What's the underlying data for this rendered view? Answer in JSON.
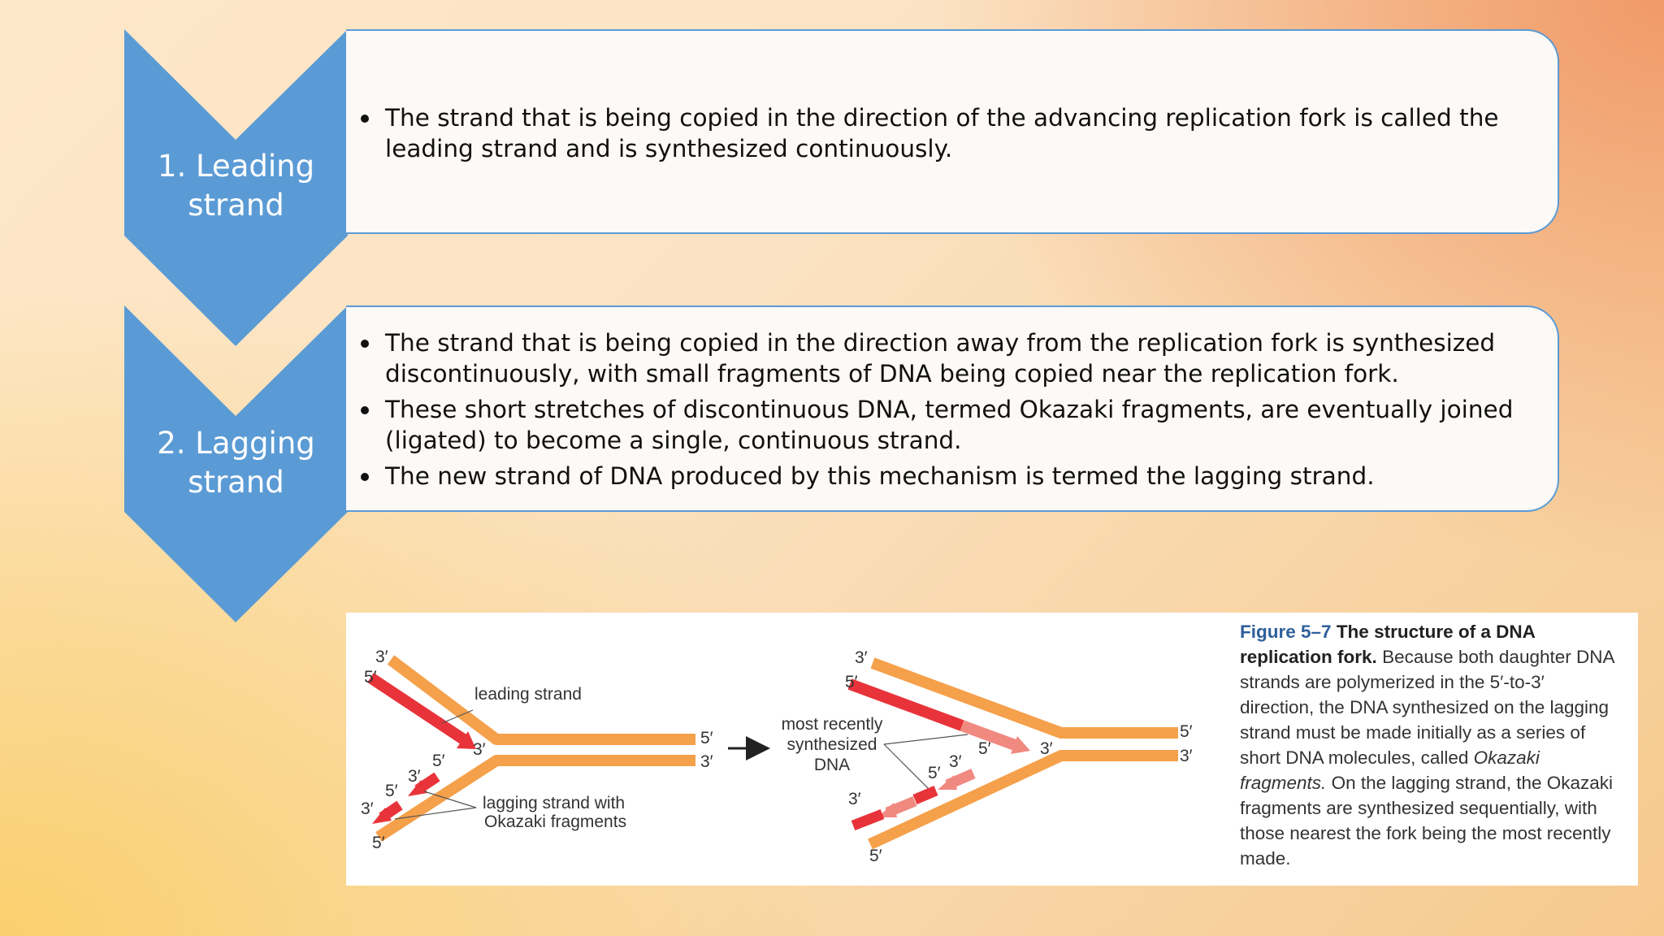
{
  "steps": [
    {
      "label": "1. Leading strand",
      "label_line1": "1. Leading",
      "label_line2": "strand",
      "bullets": [
        "The strand that is being copied in the direction of the advancing replication fork is called the leading strand and is synthesized continuously."
      ]
    },
    {
      "label": "2. Lagging strand",
      "label_line1": "2. Lagging",
      "label_line2": "strand",
      "bullets": [
        "The strand that is being copied in the direction away from the replication fork is synthesized discontinuously, with small fragments of DNA being copied near the replication fork.",
        "These short stretches of discontinuous DNA, termed Okazaki fragments, are eventually joined (ligated) to become a single, continuous strand.",
        "The new strand of DNA produced by this mechanism is termed the lagging strand."
      ]
    }
  ],
  "figure": {
    "labels": {
      "leading_strand": "leading strand",
      "lagging_line1": "lagging strand with",
      "lagging_line2": "Okazaki fragments",
      "recent_line1": "most recently",
      "recent_line2": "synthesized",
      "recent_line3": "DNA",
      "three_prime": "3′",
      "five_prime": "5′"
    },
    "caption": {
      "number": "Figure 5–7",
      "title": "The structure of a DNA replication fork.",
      "text_1": "Because both daughter DNA strands are polymerized in the 5′-to-3′ direction, the DNA synthesized on the lagging strand must be made initially as a series of short DNA molecules, called",
      "italic": "Okazaki fragments.",
      "text_2": "On the lagging strand, the Okazaki fragments are synthesized sequentially, with those nearest the fork being the most recently made."
    }
  },
  "colors": {
    "chevron": "#5b9bd5",
    "card_border": "#5b9bd5",
    "template_strand": "#f5a04a",
    "new_strand": "#e8333a",
    "new_strand_light": "#f08a80",
    "caption_figure_number": "#2d5f9a"
  }
}
